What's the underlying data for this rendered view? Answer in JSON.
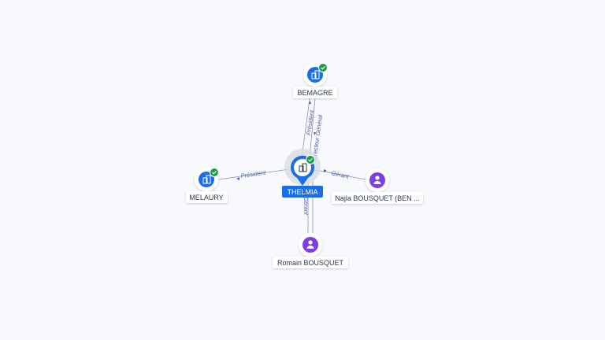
{
  "nodes": {
    "center": {
      "label": "THELMIA",
      "kind": "company",
      "verified": true
    },
    "bemagre": {
      "label": "BEMAGRE",
      "kind": "company",
      "verified": true
    },
    "melaury": {
      "label": "MELAURY",
      "kind": "company",
      "verified": true
    },
    "najla": {
      "label": "Najla BOUSQUET (BEN ...",
      "kind": "person",
      "verified": false
    },
    "romain": {
      "label": "Romain BOUSQUET",
      "kind": "person",
      "verified": false
    }
  },
  "edges": {
    "center_bemagre": {
      "label": "Président"
    },
    "bemagre_center": {
      "label": "Directeur Général"
    },
    "center_melaury": {
      "label": "Président"
    },
    "najla_center": {
      "label": "Gérant"
    },
    "romain_center": {
      "label": "Gérant"
    }
  },
  "colors": {
    "company": "#1a6fe8",
    "person": "#7b3fe4",
    "verified": "#1e9b4a",
    "edge": "#8a93b5",
    "edge_label": "#4a5fb0"
  },
  "icons": {
    "company": "building-icon",
    "person": "person-icon",
    "verified": "check-badge-icon"
  }
}
